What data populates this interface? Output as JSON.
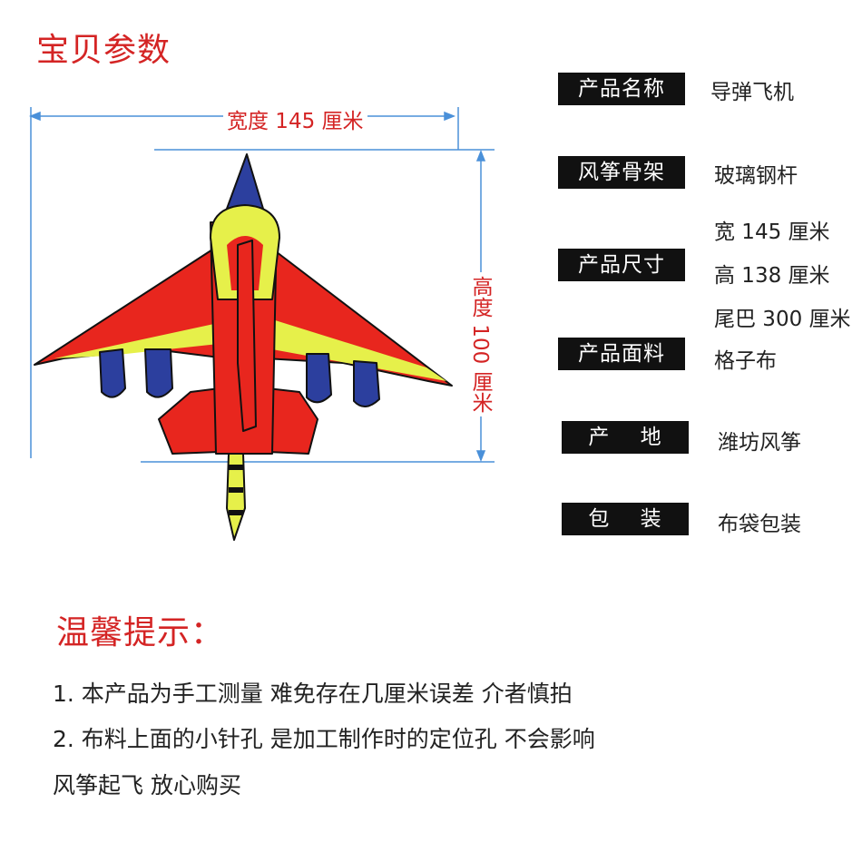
{
  "title": "宝贝参数",
  "dimensions": {
    "width_label": "宽度 145 厘米",
    "height_label": "高度 100 厘米"
  },
  "specs": [
    {
      "key": "产品名称",
      "values": [
        "导弹飞机"
      ]
    },
    {
      "key": "风筝骨架",
      "values": [
        "玻璃钢杆"
      ]
    },
    {
      "key": "产品尺寸",
      "values": [
        "宽 145 厘米",
        "高 138 厘米",
        "尾巴 300 厘米"
      ]
    },
    {
      "key": "产品面料",
      "values": [
        "格子布"
      ]
    },
    {
      "key": "产    地",
      "values": [
        "潍坊风筝"
      ]
    },
    {
      "key": "包    装",
      "values": [
        "布袋包装"
      ]
    }
  ],
  "tips": {
    "title": "温馨提示：",
    "lines": [
      "1. 本产品为手工测量  难免存在几厘米误差  介者慎拍",
      "2. 布料上面的小针孔 是加工制作时的定位孔 不会影响",
      "风筝起飞 放心购买"
    ]
  },
  "colors": {
    "accent_red": "#d42424",
    "dimension_line": "#4a90d9",
    "kite_red": "#e8261e",
    "kite_yellow": "#e6f04a",
    "kite_blue": "#2c3f9e",
    "key_bg": "#111111"
  }
}
